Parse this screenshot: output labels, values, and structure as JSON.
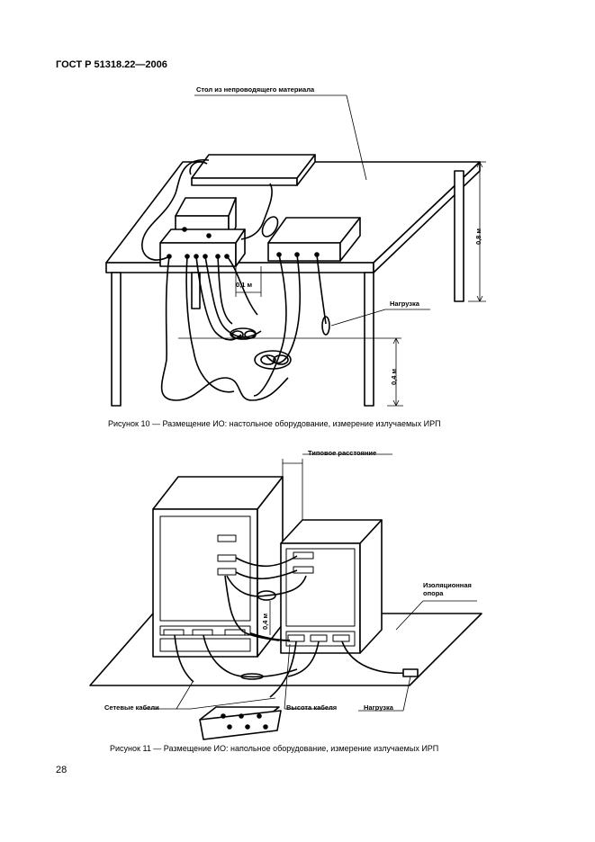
{
  "header": "ГОСТ Р 51318.22—2006",
  "figure10": {
    "table_label": "Стол из непроводящего материала",
    "height_08": "0,8 м",
    "dist_01": "0,1 м",
    "load": "Нагрузка",
    "height_04": "0,4 м",
    "caption": "Рисунок 10 — Размещение ИО: настольное оборудование, измерение излучаемых ИРП"
  },
  "figure11": {
    "typical_distance": "Типовое расстояние",
    "insulating_support": "Изоляционная опора",
    "height_04": "0,4 м",
    "power_cables": "Сетевые кабели",
    "cable_height": "Высота кабеля",
    "load": "Нагрузка",
    "caption": "Рисунок 11 — Размещение ИО: напольное оборудование, измерение излучаемых ИРП"
  },
  "page_number": "28"
}
